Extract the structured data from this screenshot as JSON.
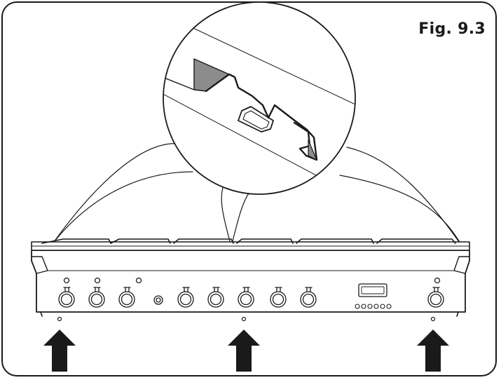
{
  "figure": {
    "label": "Fig. 9.3"
  },
  "diagram": {
    "subject": "cooker-front-with-hob-cross-section",
    "knob_count": 10,
    "display_button_count": 6,
    "arrow_count": 3
  },
  "colors": {
    "line": "#1a1a1a",
    "shade": "#8c8c8c",
    "background": "#ffffff"
  }
}
